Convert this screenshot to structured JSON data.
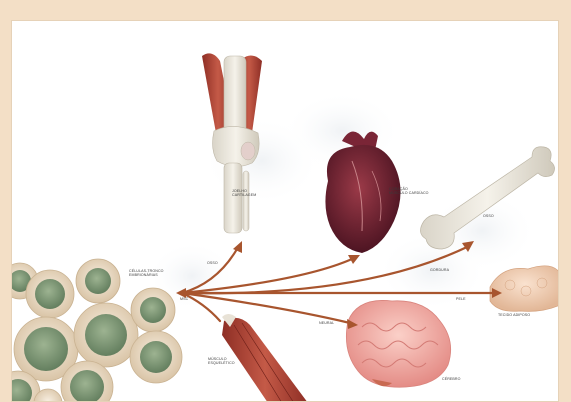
{
  "image": {
    "description_labels": {
      "source_cells": "CÉLULAS-TRONCO\nEMBRIONÁRIAS",
      "knee": "JOELHO\nCARTILAGEM",
      "heart": "CORAÇÃO\nMÚSCULO CARDÍACO",
      "bone": "OSSO",
      "bone_left": "OSSO",
      "muscle_bottom": "MÚSCULO\nESQUELÉTICO",
      "pele": "PELE",
      "fat": "GORDURA",
      "tissue_right": "TECIDO ADIPOSO",
      "brain": "CÉREBRO",
      "neural": "NEURAL",
      "center": "MSC"
    }
  },
  "colors": {
    "background": "#f3dfc6",
    "panel": "#ffffff",
    "arrow": "#a8552e",
    "cell_outer": "#e8d9c2",
    "cell_inner": "#7f9a78",
    "muscle": "#b0493a",
    "heart": "#6b2030",
    "brain": "#f1a7a0",
    "bone": "#eae6dc",
    "fat": "#f2cfb4"
  }
}
